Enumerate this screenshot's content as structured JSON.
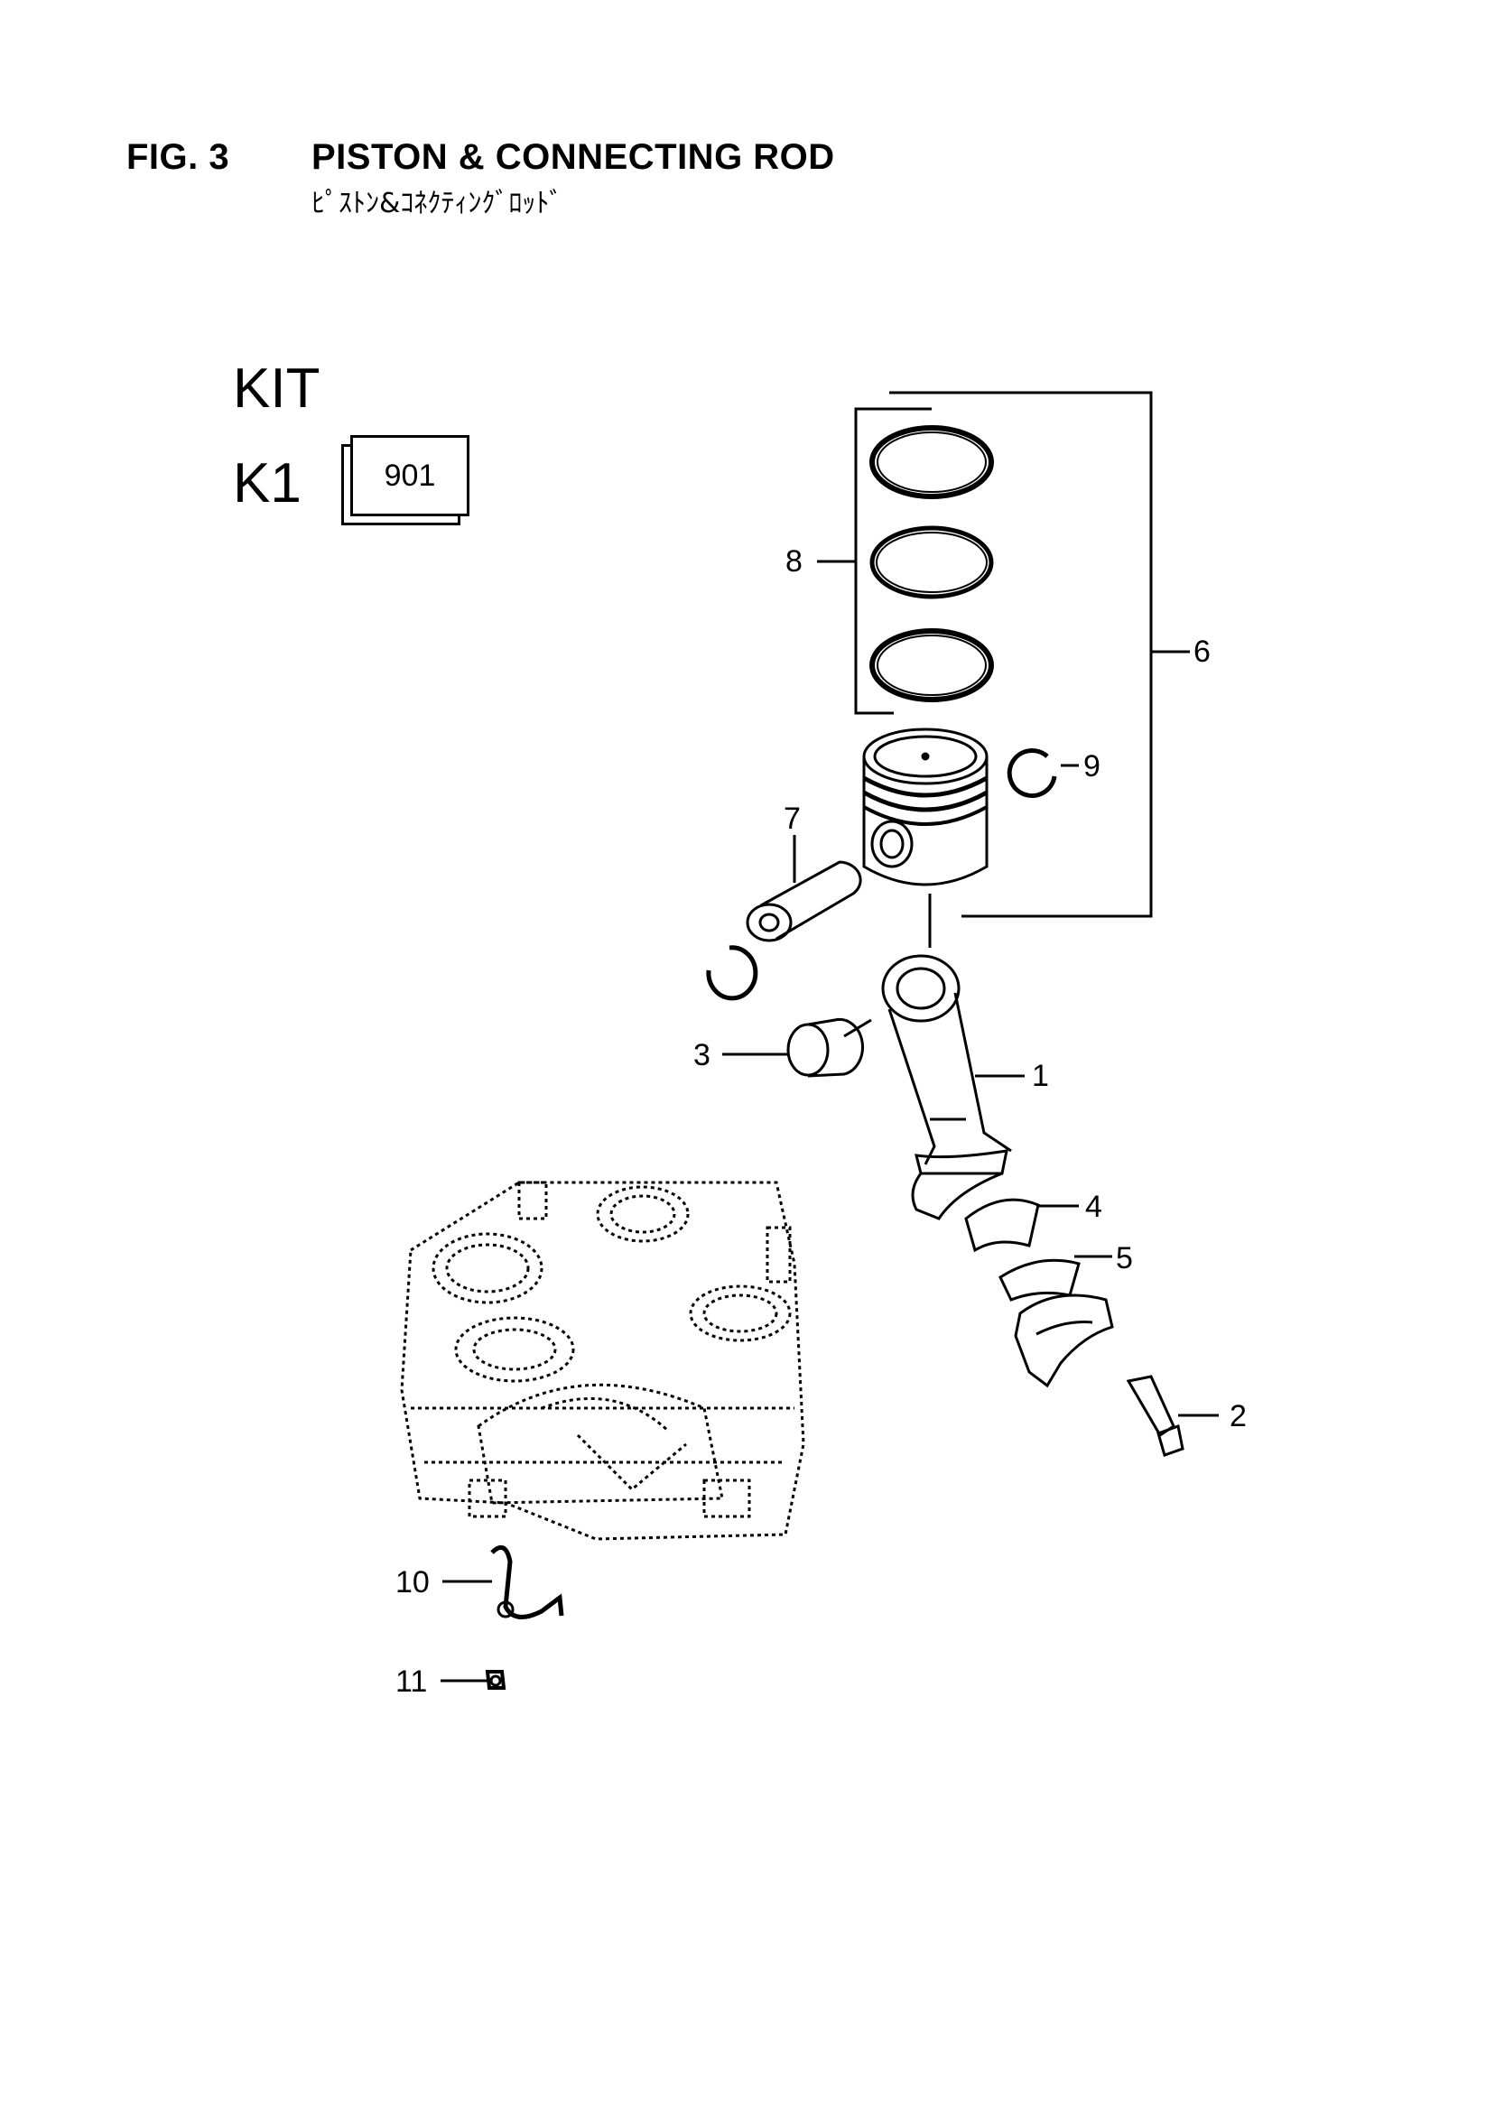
{
  "figure": {
    "number_label": "FIG. 3",
    "title": "PISTON & CONNECTING ROD",
    "subtitle": "ﾋﾟｽﾄﾝ&ｺﾈｸﾃｨﾝｸﾞﾛｯﾄﾞ"
  },
  "kit": {
    "heading": "KIT",
    "code": "K1",
    "part_number": "901"
  },
  "callouts": {
    "c1": "1",
    "c2": "2",
    "c3": "3",
    "c4": "4",
    "c5": "5",
    "c6": "6",
    "c7": "7",
    "c8": "8",
    "c9": "9",
    "c10": "10",
    "c11": "11"
  },
  "colors": {
    "line": "#000000",
    "background": "#ffffff"
  }
}
